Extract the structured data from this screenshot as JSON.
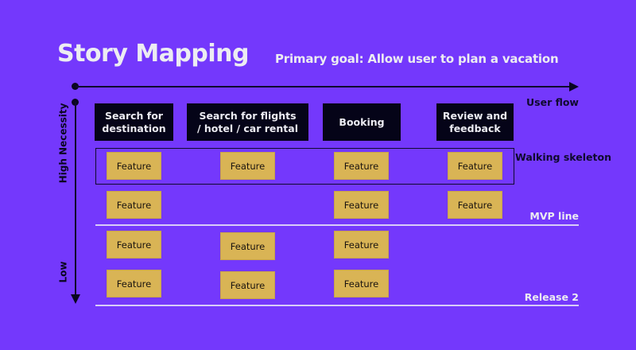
{
  "header": {
    "title": "Story Mapping",
    "goal": "Primary goal: Allow user to plan a vacation"
  },
  "axes": {
    "horizontal_label": "User flow",
    "vertical_high_label": "High Necessity",
    "vertical_low_label": "Low"
  },
  "steps": [
    {
      "label": "Search for destination"
    },
    {
      "label": "Search for flights / hotel / car rental"
    },
    {
      "label": "Booking"
    },
    {
      "label": "Review and feedback"
    }
  ],
  "rows": {
    "walking_skeleton": {
      "label": "Walking skeleton",
      "features": [
        "Feature",
        "Feature",
        "Feature",
        "Feature"
      ]
    },
    "mvp": {
      "label": "MVP line",
      "features": [
        "Feature",
        "Feature",
        "Feature"
      ]
    },
    "release2": {
      "label": "Release 2",
      "row1": [
        "Feature",
        "Feature",
        "Feature"
      ],
      "row2": [
        "Feature",
        "Feature",
        "Feature"
      ]
    }
  },
  "colors": {
    "background": "#7438fc",
    "step_box": "#050418",
    "feature_card": "#d9b455",
    "title_text": "#ececf2",
    "axis": "#0a0620"
  }
}
